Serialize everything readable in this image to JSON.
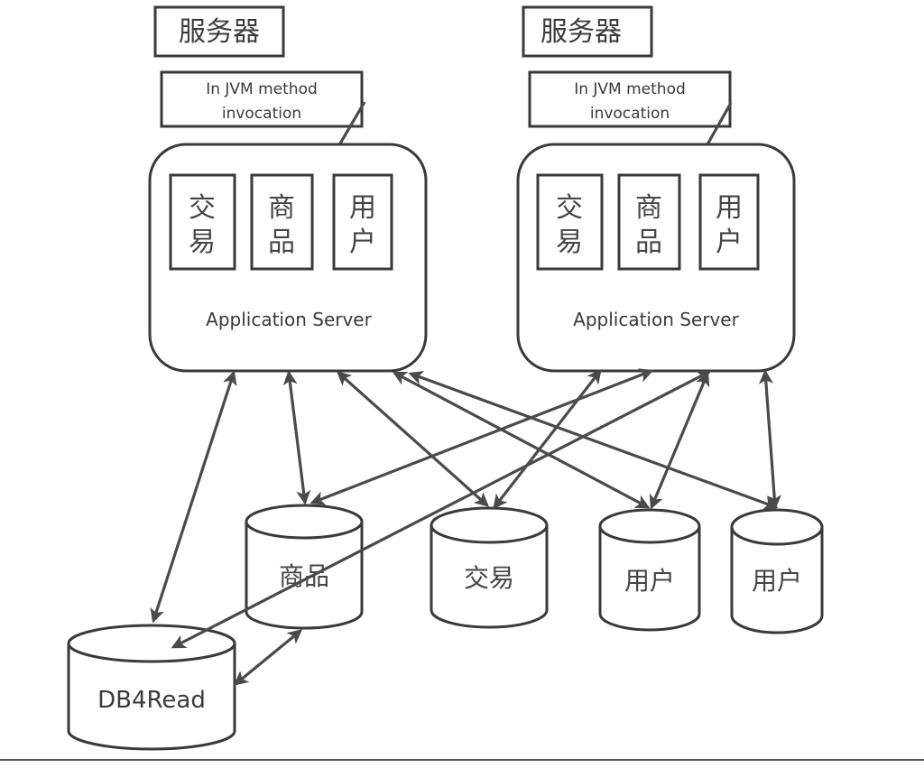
{
  "colors": {
    "stroke": "#3a3a3a",
    "edge": "#4a4a4a",
    "text": "#3c3c3c",
    "background": "#ffffff"
  },
  "servers": [
    {
      "id": "left",
      "title": "服务器",
      "note_line1": "In JVM method",
      "note_line2": "invocation",
      "label": "Application Server",
      "modules": [
        {
          "line1": "交",
          "line2": "易"
        },
        {
          "line1": "商",
          "line2": "品"
        },
        {
          "line1": "用",
          "line2": "户"
        }
      ]
    },
    {
      "id": "right",
      "title": "服务器",
      "note_line1": "In JVM method",
      "note_line2": "invocation",
      "label": "Application Server",
      "modules": [
        {
          "line1": "交",
          "line2": "易"
        },
        {
          "line1": "商",
          "line2": "品"
        },
        {
          "line1": "用",
          "line2": "户"
        }
      ]
    }
  ],
  "databases": [
    {
      "id": "goods",
      "label": "商品"
    },
    {
      "id": "trade",
      "label": "交易"
    },
    {
      "id": "user1",
      "label": "用户"
    },
    {
      "id": "user2",
      "label": "用户"
    },
    {
      "id": "db4read",
      "label": "DB4Read"
    }
  ],
  "connections": [
    {
      "from": "left-server",
      "to": "db4read",
      "direction": "both"
    },
    {
      "from": "left-server",
      "to": "goods",
      "direction": "both"
    },
    {
      "from": "left-server",
      "to": "trade",
      "direction": "both"
    },
    {
      "from": "left-server",
      "to": "user1",
      "direction": "both"
    },
    {
      "from": "left-server",
      "to": "user2",
      "direction": "both"
    },
    {
      "from": "right-server",
      "to": "goods",
      "direction": "both"
    },
    {
      "from": "right-server",
      "to": "trade",
      "direction": "both"
    },
    {
      "from": "right-server",
      "to": "db4read",
      "direction": "both"
    },
    {
      "from": "right-server",
      "to": "user1",
      "direction": "both"
    },
    {
      "from": "right-server",
      "to": "user2",
      "direction": "both"
    },
    {
      "from": "goods",
      "to": "db4read",
      "direction": "both"
    }
  ]
}
